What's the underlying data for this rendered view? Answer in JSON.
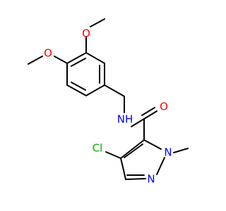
{
  "molecule": {
    "atoms": {
      "o_methoxy_top": "O",
      "o_methoxy_left": "O",
      "nh": "NH",
      "o_carbonyl": "O",
      "cl": "Cl",
      "n_ring_bottom": "N",
      "n_ring_methyl": "N"
    },
    "colors": {
      "bond": "#000000",
      "oxygen": "#ff0000",
      "nitrogen": "#0000ff",
      "chlorine": "#00b000"
    }
  }
}
